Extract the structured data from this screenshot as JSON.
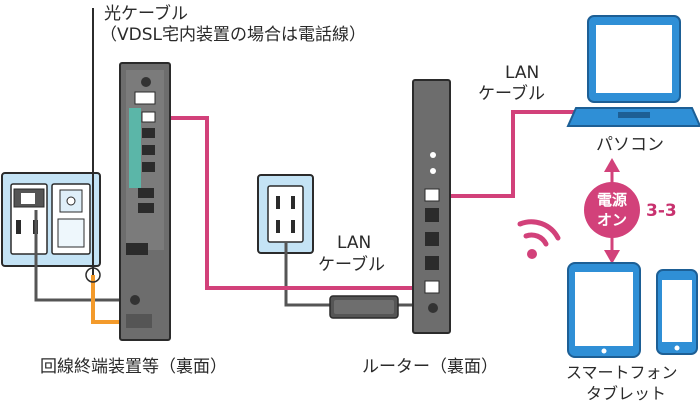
{
  "labels": {
    "optical_cable_line1": "光ケーブル",
    "optical_cable_line2": "（VDSL宅内装置の場合は電話線）",
    "onu_caption": "回線終端装置等（裏面）",
    "router_caption": "ルーター（裏面）",
    "lan_cable_top_line1": "LAN",
    "lan_cable_top_line2": "ケーブル",
    "lan_cable_mid_line1": "LAN",
    "lan_cable_mid_line2": "ケーブル",
    "pc_caption": "パソコン",
    "power_badge_line1": "電源",
    "power_badge_line2": "オン",
    "step_ref": "3-3",
    "mobile_caption_line1": "スマートフォン",
    "mobile_caption_line2": "タブレット"
  },
  "icons": {
    "wifi": "wifi-signal-icon",
    "laptop": "laptop-icon",
    "tablet": "tablet-icon",
    "smartphone": "smartphone-icon"
  },
  "colors": {
    "lan_cable": "#d2417a",
    "optical_cable": "#f39a2b",
    "power_cable": "#555555",
    "outlet_panel": "#c4e3f5",
    "device_body": "#6d6d6d",
    "badge": "#d2417a",
    "device_screen": "#2f8fd6"
  }
}
